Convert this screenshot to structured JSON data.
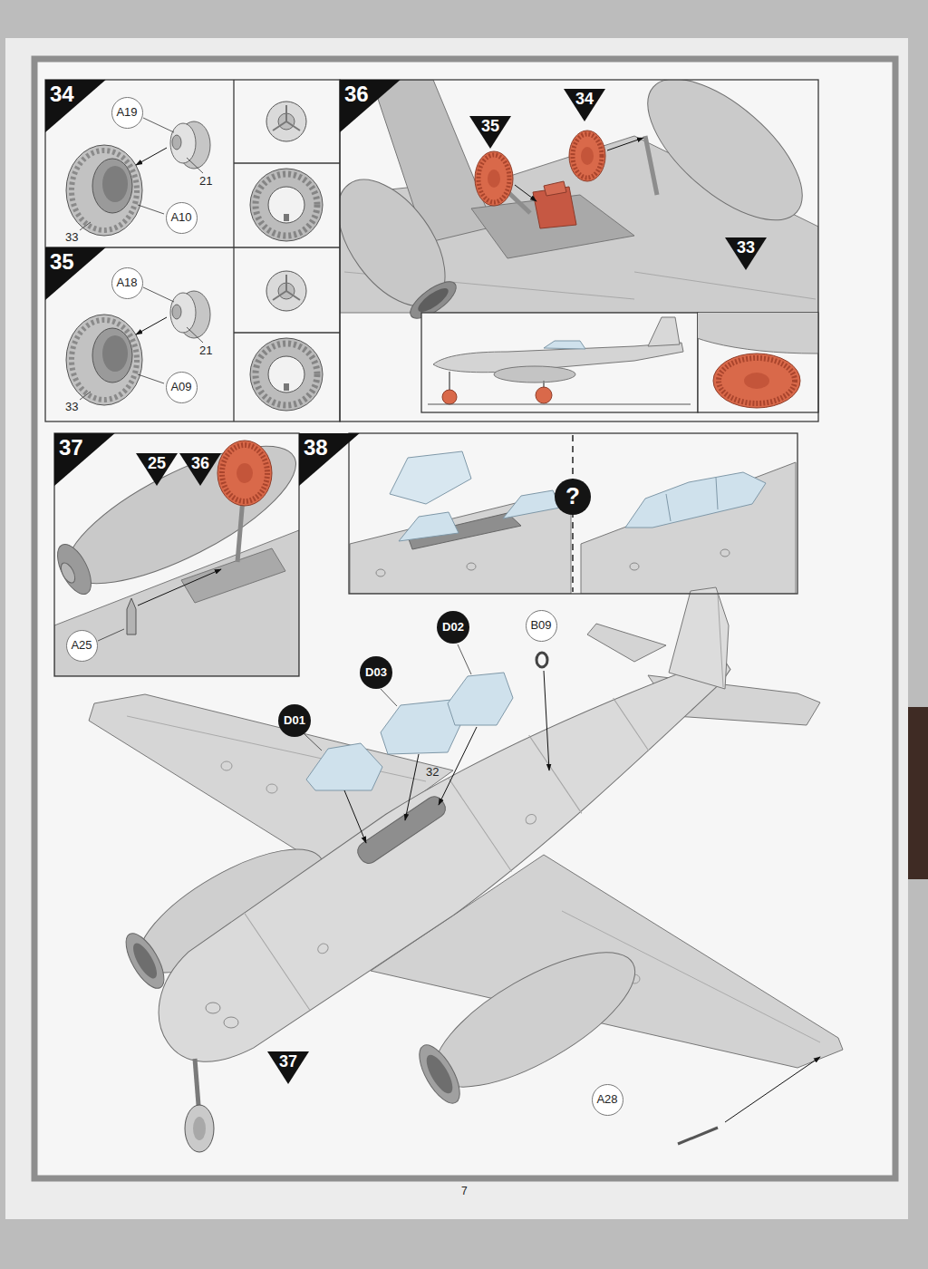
{
  "diagram": {
    "nodes": [
      {
        "text": [
          "34"
        ]
      },
      {
        "text": [
          "A19"
        ],
        "in": 0
      },
      {
        "text": [
          "A10"
        ],
        "in": 0
      },
      {
        "text": [
          "35"
        ]
      },
      {
        "text": [
          "A18"
        ],
        "in": 3
      },
      {
        "text": [
          "A09"
        ],
        "in": 3
      },
      {
        "text": [
          "36"
        ]
      },
      {
        "text": [
          "35"
        ],
        "in": 6
      },
      {
        "text": [
          "34"
        ],
        "in": 6
      },
      {
        "text": [
          "33"
        ],
        "in": 6
      },
      {
        "text": [
          "37"
        ]
      },
      {
        "text": [
          "25"
        ],
        "in": 10
      },
      {
        "text": [
          "36"
        ],
        "in": 10
      },
      {
        "text": [
          "A25"
        ],
        "in": 10
      },
      {
        "text": [
          "38"
        ]
      },
      {
        "text": [
          "?"
        ],
        "in": 14
      },
      {
        "text": [
          "D01"
        ],
        "in": 14
      },
      {
        "text": [
          "D03"
        ],
        "in": 14
      },
      {
        "text": [
          "D02"
        ],
        "in": 14
      },
      {
        "text": [
          "B09"
        ],
        "in": 14
      },
      {
        "text": [
          "37"
        ],
        "in": 14
      },
      {
        "text": [
          "A28"
        ],
        "in": 14
      }
    ],
    "labels": [
      "21",
      "33",
      "21",
      "33",
      "32",
      "7"
    ]
  }
}
